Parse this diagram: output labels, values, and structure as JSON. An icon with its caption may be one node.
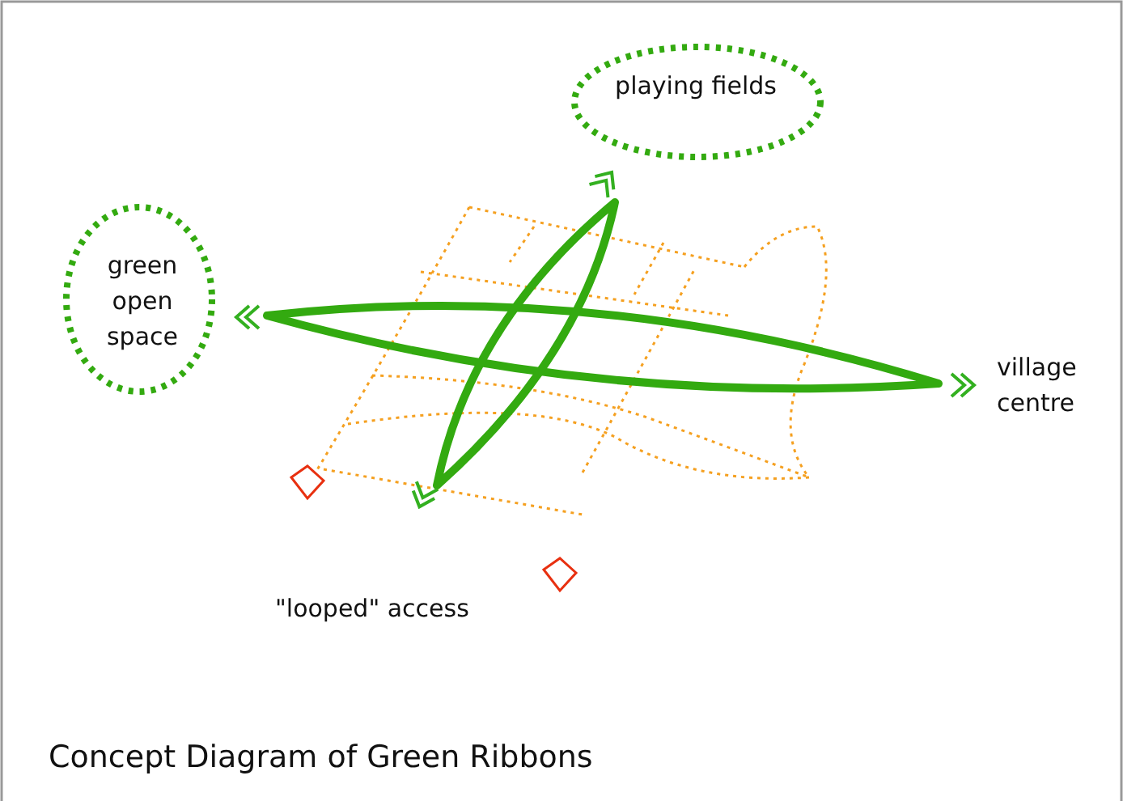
{
  "diagram": {
    "caption": "Concept Diagram of Green Ribbons",
    "nodes": [
      {
        "text": [
          "playing fields"
        ]
      },
      {
        "text": [
          "green open space"
        ]
      }
    ],
    "labels": [
      "village centre",
      "\"looped\" access"
    ]
  }
}
